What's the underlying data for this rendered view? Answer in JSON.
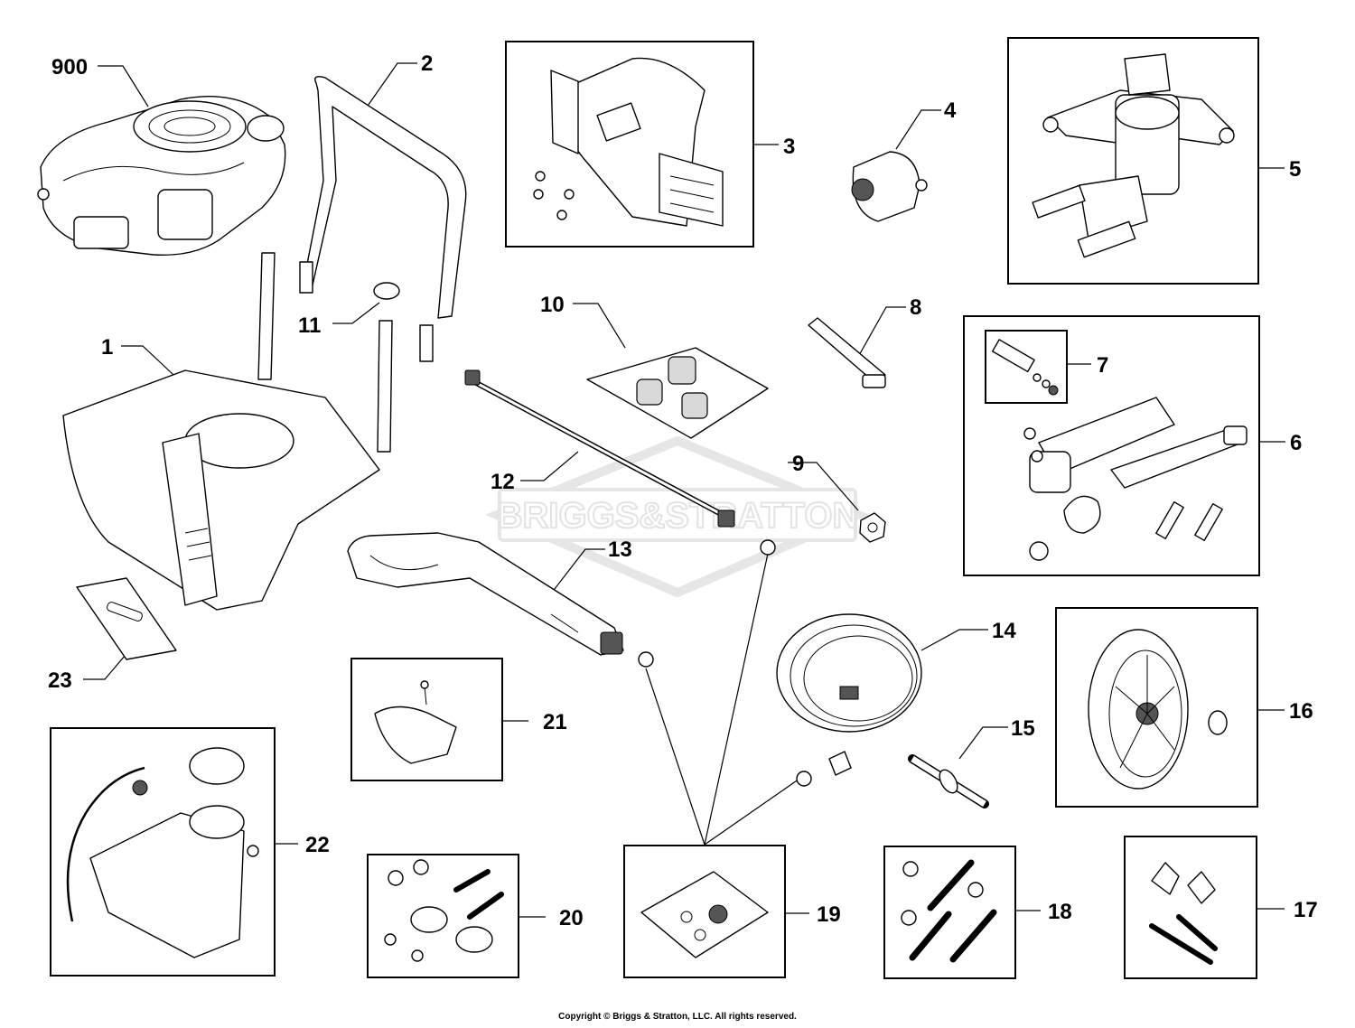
{
  "watermark": {
    "text": "BRIGGS&STRATTON"
  },
  "callouts": [
    {
      "key": "900",
      "label": "900"
    },
    {
      "key": "1",
      "label": "1"
    },
    {
      "key": "2",
      "label": "2"
    },
    {
      "key": "3",
      "label": "3"
    },
    {
      "key": "4",
      "label": "4"
    },
    {
      "key": "5",
      "label": "5"
    },
    {
      "key": "6",
      "label": "6"
    },
    {
      "key": "7",
      "label": "7"
    },
    {
      "key": "8",
      "label": "8"
    },
    {
      "key": "9",
      "label": "9"
    },
    {
      "key": "10",
      "label": "10"
    },
    {
      "key": "11",
      "label": "11"
    },
    {
      "key": "12",
      "label": "12"
    },
    {
      "key": "13",
      "label": "13"
    },
    {
      "key": "14",
      "label": "14"
    },
    {
      "key": "15",
      "label": "15"
    },
    {
      "key": "16",
      "label": "16"
    },
    {
      "key": "17",
      "label": "17"
    },
    {
      "key": "18",
      "label": "18"
    },
    {
      "key": "19",
      "label": "19"
    },
    {
      "key": "20",
      "label": "20"
    },
    {
      "key": "21",
      "label": "21"
    },
    {
      "key": "22",
      "label": "22"
    },
    {
      "key": "23",
      "label": "23"
    }
  ],
  "footer": {
    "copyright": "Copyright © Briggs & Stratton, LLC. All rights reserved."
  }
}
